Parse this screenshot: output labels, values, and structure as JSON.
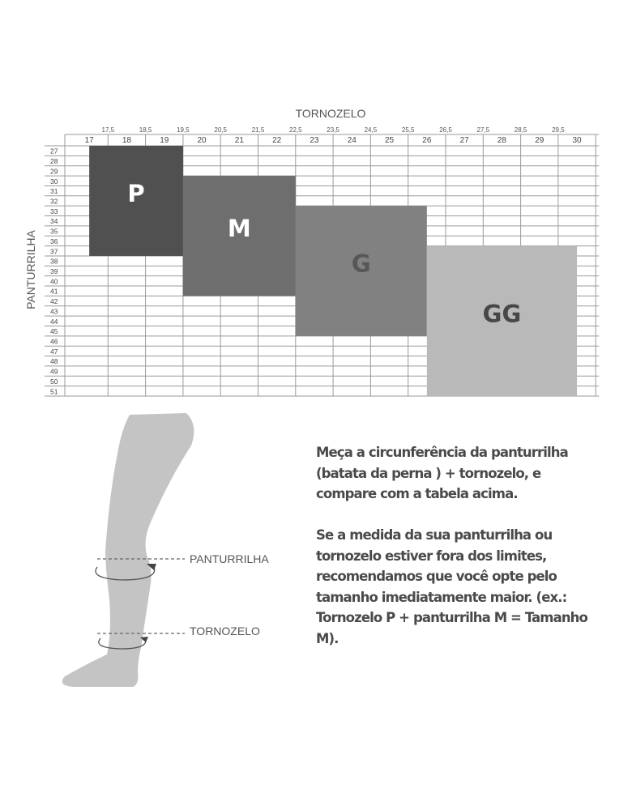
{
  "chart_data": {
    "type": "table",
    "x_title": "TORNOZELO",
    "y_title": "PANTURRILHA",
    "x_columns": [
      "17",
      "18",
      "19",
      "20",
      "21",
      "22",
      "23",
      "24",
      "25",
      "26",
      "27",
      "28",
      "29",
      "30"
    ],
    "x_half_ticks": [
      "17,5",
      "18,5",
      "19,5",
      "20,5",
      "21,5",
      "22,5",
      "23,5",
      "24,5",
      "25,5",
      "26,5",
      "27,5",
      "28,5",
      "29,5"
    ],
    "y_rows": [
      "27",
      "28",
      "29",
      "30",
      "31",
      "32",
      "33",
      "34",
      "35",
      "36",
      "37",
      "38",
      "39",
      "40",
      "41",
      "42",
      "43",
      "44",
      "45",
      "46",
      "47",
      "48",
      "49",
      "50",
      "51"
    ],
    "sizes": [
      {
        "label": "P",
        "tornozelo": [
          17,
          19.5
        ],
        "panturrilha": [
          27,
          37
        ],
        "fill": "#505050",
        "text_color": "#ffffff"
      },
      {
        "label": "M",
        "tornozelo": [
          19.5,
          22.5
        ],
        "panturrilha": [
          30,
          41
        ],
        "fill": "#6e6e6e",
        "text_color": "#ffffff"
      },
      {
        "label": "G",
        "tornozelo": [
          22.5,
          26
        ],
        "panturrilha": [
          33,
          45
        ],
        "fill": "#818181",
        "text_color": "#575757"
      },
      {
        "label": "GG",
        "tornozelo": [
          26,
          30
        ],
        "panturrilha": [
          37,
          51
        ],
        "fill": "#b9b9b9",
        "text_color": "#474747"
      }
    ]
  },
  "figure": {
    "calf_label": "PANTURRILHA",
    "ankle_label": "TORNOZELO"
  },
  "instructions": {
    "p1": "Meça a circunferência da panturrilha (batata da perna ) + tornozelo, e compare com a tabela acima.",
    "p2": "Se a medida da sua panturrilha ou tornozelo estiver fora dos limites, recomendamos que você opte pelo tamanho imediatamente maior. (ex.: Tornozelo P + panturrilha M = Tamanho M)."
  }
}
